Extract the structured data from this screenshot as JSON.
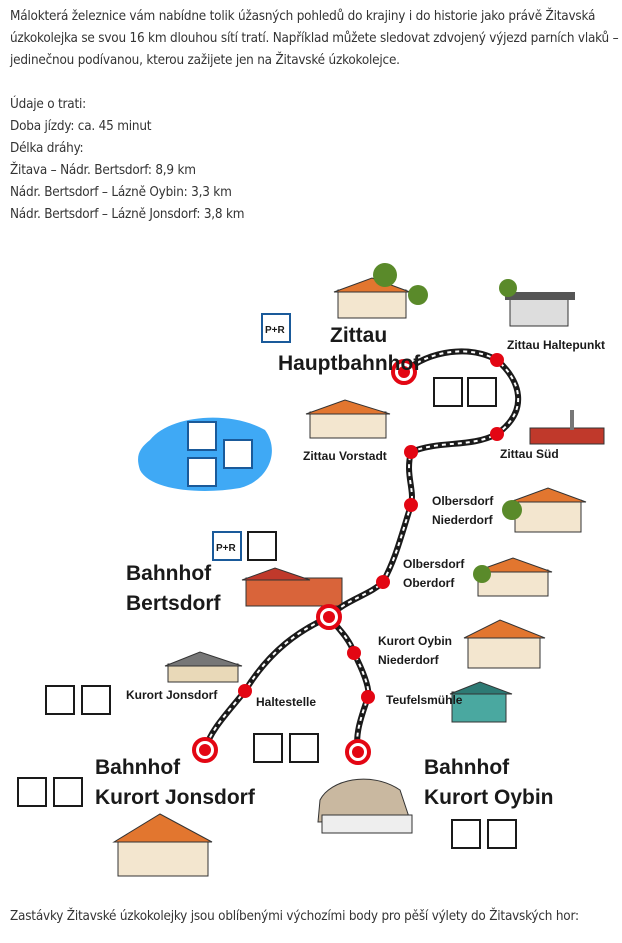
{
  "intro": "Málokterá železnice vám nabídne tolik úžasných pohledů do krajiny i do historie jako právě Žitavská úzkokolejka se svou 16 km dlouhou sítí tratí. Například můžete sledovat zdvojený výjezd parních vlaků – jedinečnou podívanou, kterou zažijete jen na Žitavské úzkokolejce.",
  "details": {
    "heading": "Údaje o trati:",
    "duration": "Doba jízdy: ca. 45 minut",
    "length_heading": "Délka dráhy:",
    "segments": [
      "Žitava – Nádr. Bertsdorf: 8,9 km",
      "Nádr. Bertsdorf – Lázně Oybin: 3,3 km",
      "Nádr. Bertsdorf – Lázně Jonsdorf: 3,8 km"
    ]
  },
  "map": {
    "stations": {
      "hbf1": "Zittau",
      "hbf2": "Hauptbahnhof",
      "haltepunkt": "Zittau Haltepunkt",
      "sued": "Zittau Süd",
      "vorstadt": "Zittau Vorstadt",
      "olbn1": "Olbersdorf",
      "olbn2": "Niederdorf",
      "olbo1": "Olbersdorf",
      "olbo2": "Oberdorf",
      "bert1": "Bahnhof",
      "bert2": "Bertsdorf",
      "oybn1": "Kurort Oybin",
      "oybn2": "Niederdorf",
      "teufel": "Teufelsmühle",
      "oyb1": "Bahnhof",
      "oyb2": "Kurort Oybin",
      "halte": "Haltestelle",
      "jons": "Kurort Jonsdorf",
      "jonb1": "Bahnhof",
      "jonb2": "Kurort Jonsdorf"
    },
    "pr": "P+R",
    "colors": {
      "track": "#1a1a1a",
      "station": "#e30613",
      "water": "#3fa9f5",
      "roof": "#e2762f"
    }
  },
  "outro": "Zastávky Žitavské úzkokolejky jsou oblíbenými výchozími body pro pěší výlety do Žitavských hor:"
}
